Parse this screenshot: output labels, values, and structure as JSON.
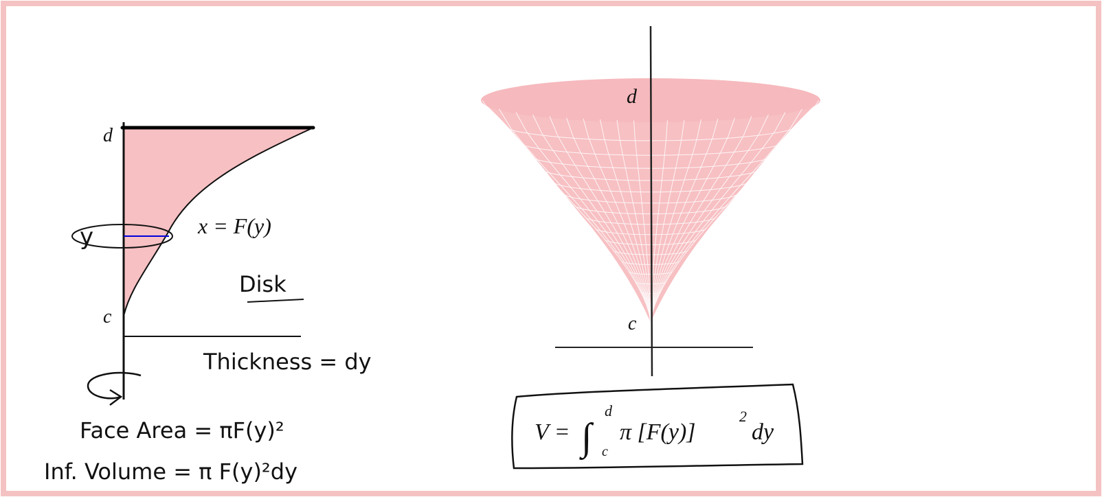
{
  "left_diagram": {
    "label_d": "d",
    "label_c": "c",
    "label_y": "y",
    "curve_label": "x = F(y)",
    "method_label": "Disk",
    "thickness_note": "Thickness = dy",
    "face_area_note": "Face Area = πF(y)²",
    "inf_volume_note": "Inf. Volume = π F(y)²dy"
  },
  "right_diagram": {
    "label_d": "d",
    "label_c": "c",
    "formula": {
      "lhs": "V =",
      "integral": "∫",
      "upper": "d",
      "lower": "c",
      "integrand": "π [F(y)]",
      "exponent": "2",
      "differential": "dy"
    }
  },
  "colors": {
    "frame": "#f4c2c2",
    "region_fill": "#f7c0c3",
    "ink": "#111111",
    "radius_line": "#0000dd"
  }
}
